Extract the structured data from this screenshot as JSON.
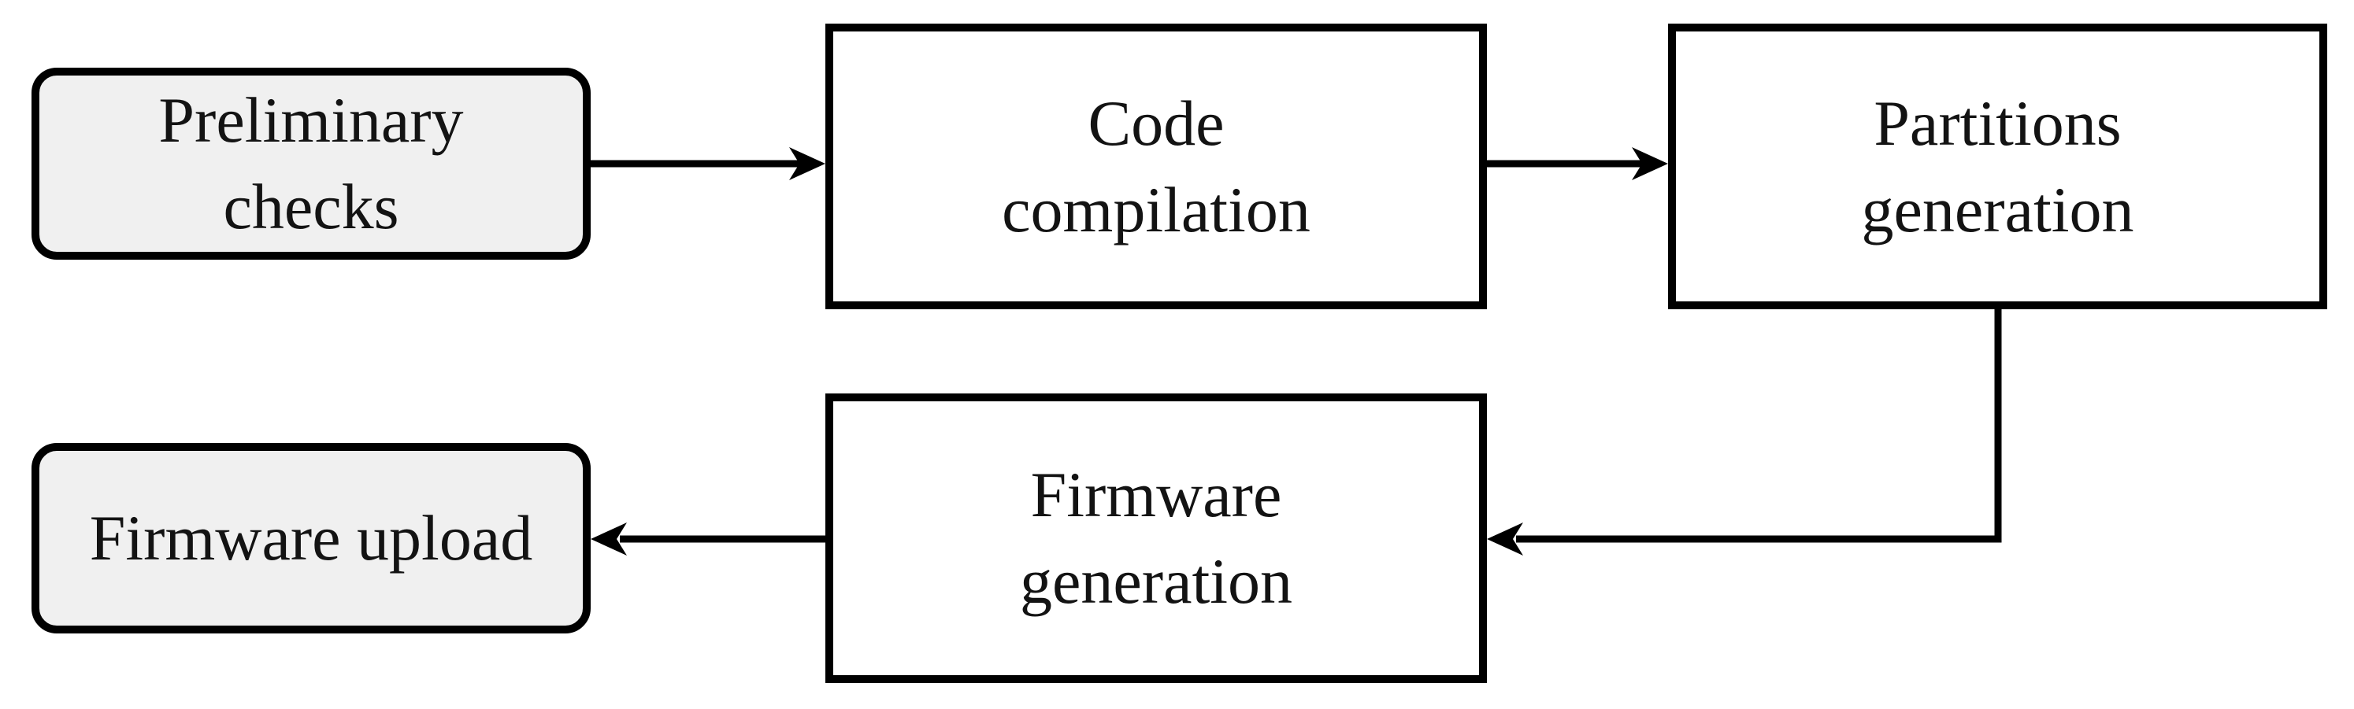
{
  "diagram": {
    "type": "flowchart",
    "nodes": [
      {
        "id": "preliminary-checks",
        "lines": [
          "Preliminary",
          "checks"
        ],
        "shape": "rounded-terminal"
      },
      {
        "id": "code-compilation",
        "lines": [
          "Code",
          "compilation"
        ],
        "shape": "process-rect"
      },
      {
        "id": "partitions-generation",
        "lines": [
          "Partitions",
          "generation"
        ],
        "shape": "process-rect"
      },
      {
        "id": "firmware-generation",
        "lines": [
          "Firmware",
          "generation"
        ],
        "shape": "process-rect"
      },
      {
        "id": "firmware-upload",
        "lines": [
          "Firmware upload"
        ],
        "shape": "rounded-terminal"
      }
    ],
    "edges": [
      {
        "from": "preliminary-checks",
        "to": "code-compilation",
        "style": "straight-right-arrow"
      },
      {
        "from": "code-compilation",
        "to": "partitions-generation",
        "style": "straight-right-arrow"
      },
      {
        "from": "partitions-generation",
        "to": "firmware-generation",
        "style": "elbow-down-left-arrow"
      },
      {
        "from": "firmware-generation",
        "to": "firmware-upload",
        "style": "straight-left-arrow"
      }
    ],
    "colors": {
      "line": "#000000",
      "terminal_fill": "#f0f0f0",
      "process_fill": "#ffffff",
      "text": "#131313",
      "background": "#ffffff"
    }
  }
}
